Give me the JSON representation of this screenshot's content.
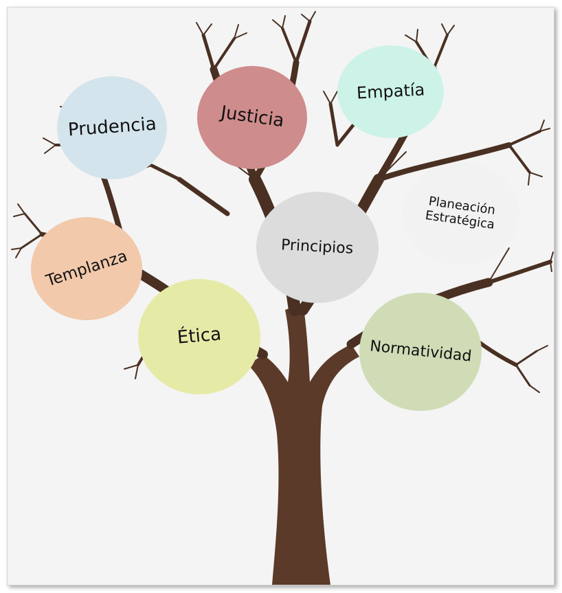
{
  "diagram": {
    "center": {
      "label": "Principios",
      "color": "#dcdcdc"
    },
    "values": [
      {
        "id": "prudencia",
        "label": "Prudencia",
        "color": "#d3e4ec"
      },
      {
        "id": "justicia",
        "label": "Justicia",
        "color": "#cf8c8c"
      },
      {
        "id": "empatia",
        "label": "Empatía",
        "color": "#cdf3e8"
      },
      {
        "id": "planeacion",
        "label": "Planeación\nEstratégica",
        "color": "#f2f2f2"
      },
      {
        "id": "templanza",
        "label": "Templanza",
        "color": "#f2c9ab"
      },
      {
        "id": "etica",
        "label": "Ética",
        "color": "#e5eaa7"
      },
      {
        "id": "normatividad",
        "label": "Normatividad",
        "color": "#cfdcb6"
      }
    ]
  },
  "colors": {
    "trunk": "#5b3a29",
    "branches": "#4a3022",
    "background": "#f4f4f4"
  }
}
